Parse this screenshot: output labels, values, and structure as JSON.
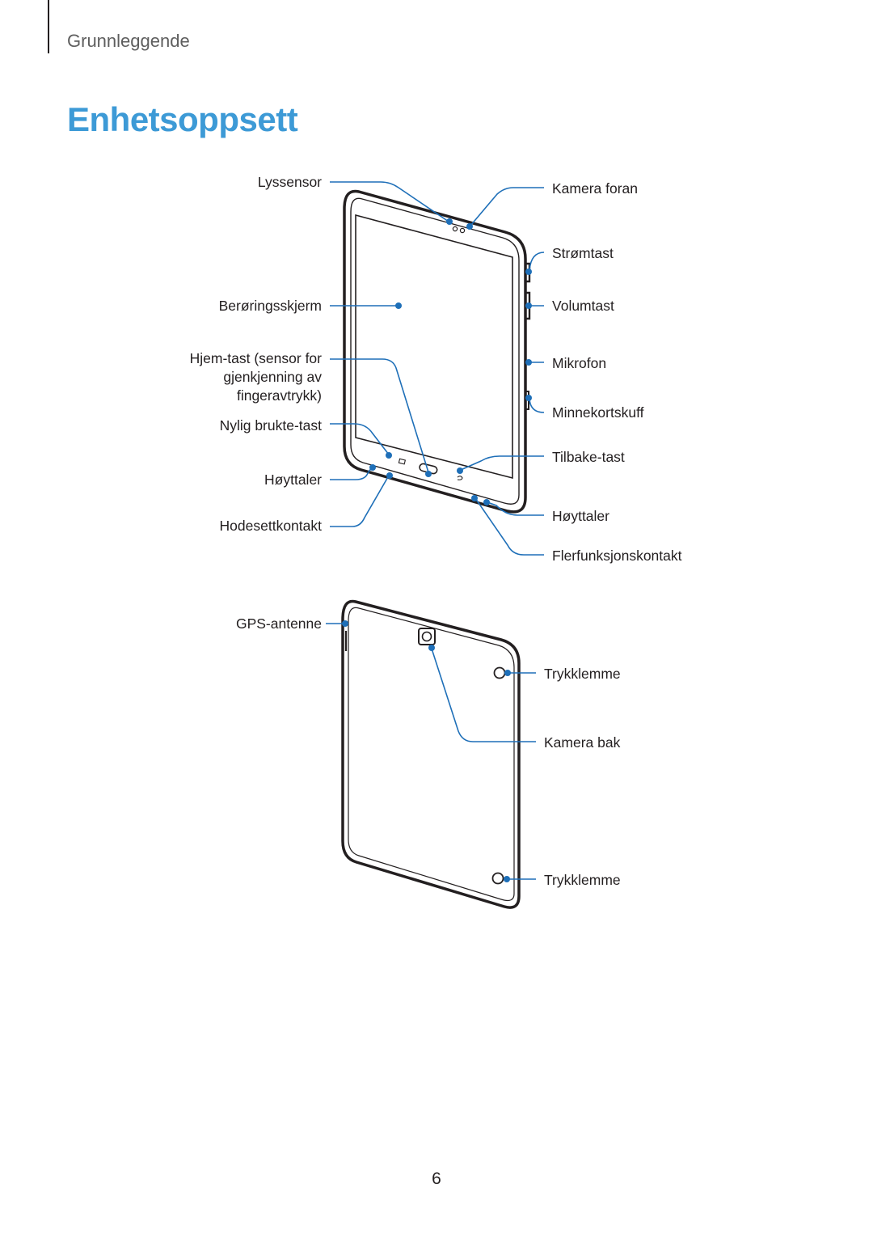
{
  "header": {
    "section": "Grunnleggende",
    "title": "Enhetsoppsett"
  },
  "front_labels": {
    "light_sensor": "Lyssensor",
    "touchscreen": "Berøringsskjerm",
    "home_key_1": "Hjem-tast (sensor for",
    "home_key_2": "gjenkjenning av",
    "home_key_3": "fingeravtrykk)",
    "recent_key": "Nylig brukte-tast",
    "speaker_left": "Høyttaler",
    "headset_jack": "Hodesettkontakt",
    "front_camera": "Kamera foran",
    "power_key": "Strømtast",
    "volume_key": "Volumtast",
    "microphone": "Mikrofon",
    "memory_card_tray": "Minnekortskuff",
    "back_key": "Tilbake-tast",
    "speaker_right": "Høyttaler",
    "multipurpose_jack": "Flerfunksjonskontakt"
  },
  "back_labels": {
    "gps_antenna": "GPS-antenne",
    "clip_top": "Trykklemme",
    "rear_camera": "Kamera bak",
    "clip_bottom": "Trykklemme"
  },
  "footer": {
    "page_number": "6"
  },
  "colors": {
    "accent": "#3d9ad6",
    "callout": "#1e6fb8",
    "text": "#231f20"
  }
}
